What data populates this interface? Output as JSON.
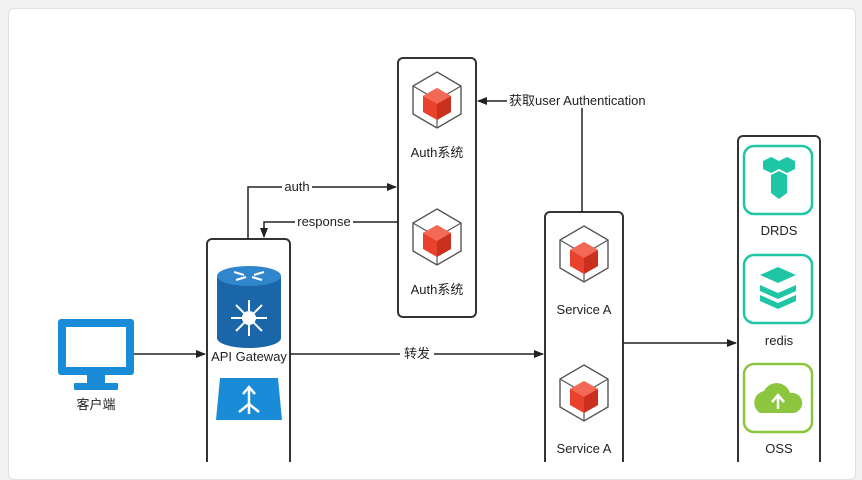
{
  "client": {
    "label": "客户端",
    "icon": "monitor-icon"
  },
  "gateway": {
    "label": "API Gateway",
    "icons": [
      "gateway-router-icon",
      "load-balancer-icon"
    ]
  },
  "auth": {
    "label_top": "Auth系统",
    "label_bottom": "Auth系统",
    "icon": "cube-icon"
  },
  "service": {
    "label_top": "Service A",
    "label_bottom": "Service A",
    "icon": "cube-icon"
  },
  "storage": {
    "drds": "DRDS",
    "redis": "redis",
    "oss": "OSS"
  },
  "edges": {
    "auth": "auth",
    "response": "response",
    "forward": "转发",
    "get_user": "获取user Authentication"
  },
  "colors": {
    "cube": "#e8412c",
    "gateway": "#1a66a8",
    "monitor": "#1a8bd6",
    "storage": "#1ec6a6",
    "oss": "#8cc63f"
  }
}
